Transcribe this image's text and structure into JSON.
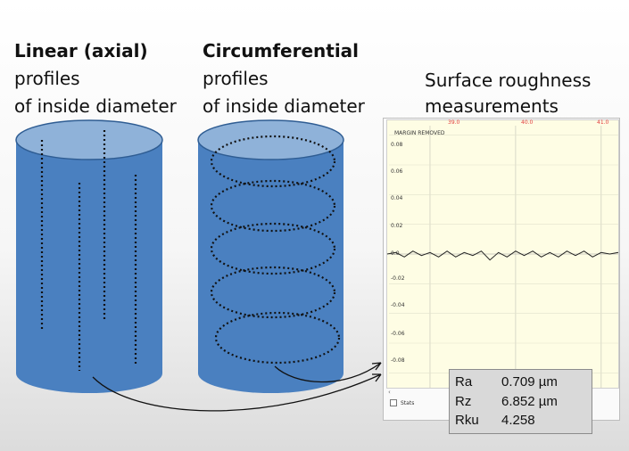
{
  "headings": {
    "linear_bold": "Linear (axial)",
    "linear_line2": "profiles",
    "linear_line3": "of inside diameter",
    "circ_bold": "Circumferential",
    "circ_line2": "profiles",
    "circ_line3": "of inside diameter",
    "rough_line1": "Surface roughness",
    "rough_line2": "measurements"
  },
  "colors": {
    "cylinder_body": "#4a80c0",
    "cylinder_top": "#8fb2d9",
    "cylinder_edge": "#2f5d93",
    "plot_bg": "#fefde4",
    "profile_line": "#222222",
    "tick_red": "#e23b3b"
  },
  "plot": {
    "top_ticks": [
      "39.0",
      "40.0",
      "41.0"
    ],
    "margin_label": "MARGIN REMOVED",
    "y_ticks": [
      "0.08",
      "0.06",
      "0.04",
      "0.02",
      "0.0",
      "-0.02",
      "-0.04",
      "-0.06",
      "-0.08"
    ],
    "scroll_icon": "‹",
    "stats_label": "Stats"
  },
  "chart_data": {
    "type": "line",
    "title": "",
    "xlabel": "",
    "ylabel": "",
    "x_ticks": [
      39.0,
      40.0,
      41.0
    ],
    "ylim": [
      -0.09,
      0.09
    ],
    "yticks": [
      0.08,
      0.06,
      0.04,
      0.02,
      0.0,
      -0.02,
      -0.04,
      -0.06,
      -0.08
    ],
    "grid": true,
    "series": [
      {
        "x": [
          38.5,
          38.6,
          38.7,
          38.8,
          38.9,
          39.0,
          39.1,
          39.2,
          39.3,
          39.4,
          39.5,
          39.6,
          39.7,
          39.8,
          39.9,
          40.0,
          40.1,
          40.2,
          40.3,
          40.4,
          40.5,
          40.6,
          40.7,
          40.8,
          40.9,
          41.0,
          41.1,
          41.2
        ],
        "values": [
          0.0,
          0.001,
          -0.002,
          0.002,
          -0.001,
          0.001,
          -0.002,
          0.002,
          -0.002,
          0.001,
          -0.001,
          0.002,
          -0.004,
          0.001,
          -0.002,
          0.002,
          -0.001,
          0.002,
          -0.002,
          0.001,
          -0.002,
          0.002,
          -0.001,
          0.002,
          -0.002,
          0.001,
          0.0,
          0.001
        ]
      }
    ]
  },
  "roughness": [
    {
      "label": "Ra",
      "value": "0.709 µm"
    },
    {
      "label": "Rz",
      "value": "6.852 µm"
    },
    {
      "label": "Rku",
      "value": "4.258"
    }
  ]
}
